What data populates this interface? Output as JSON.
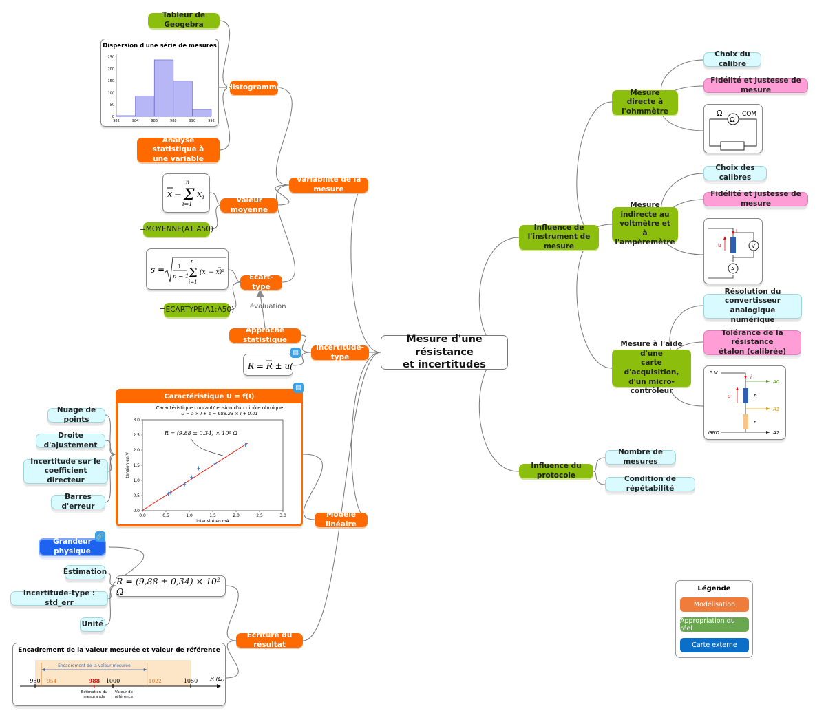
{
  "central": {
    "line1": "Mesure d'une résistance",
    "line2": "et incertitudes"
  },
  "left": {
    "variabilite": "Variabilité de la mesure",
    "histogramme": "Histogramme",
    "tableur": "Tableur de Geogebra",
    "hist_chart_title": "Dispersion d'une série de mesures",
    "analyse": {
      "line1": "Analyse statistique à",
      "line2": "une variable"
    },
    "valeur_moyenne": "Valeur moyenne",
    "moyenne_formula": "=MOYENNE(A1:A50)",
    "ecart_type": "Ecart-type",
    "ecartype_formula": "=ECARTYPE(A1:A50)",
    "evaluation": "évaluation",
    "approche": "Approche statistique",
    "incertitude_type": "Incertitude-type",
    "modele_lineaire": "Modèle linéaire",
    "caracteristique_title": "Caractéristique U = f(I)",
    "nuage": "Nuage de points",
    "droite": "Droite d'ajustement",
    "incertitude_coef": {
      "line1": "Incertitude sur le",
      "line2": "coefficient directeur"
    },
    "barres": "Barres d'erreur",
    "ecriture": "Écriture du résultat",
    "grandeur": "Grandeur physique",
    "estimation": "Estimation",
    "incertitude_std": "Incertitude-type : std_err",
    "unite": "Unité",
    "result_formula": "R = (9,88 ± 0,34) × 10² Ω",
    "encadrement_title": "Encadrement de la valeur mesurée et valeur de référence"
  },
  "right": {
    "influence_instrument": {
      "line1": "Influence de",
      "line2": "l'instrument de mesure"
    },
    "mesure_directe": {
      "line1": "Mesure directe à",
      "line2": "l'ohmmètre"
    },
    "choix_calibre": "Choix du calibre",
    "fidelite1": "Fidélité et justesse de mesure",
    "mesure_indirecte": {
      "line1": "Mesure indirecte au",
      "line2": "voltmètre et à",
      "line3": "l'ampèremètre"
    },
    "choix_calibres": "Choix des calibres",
    "fidelite2": "Fidélité et justesse de mesure",
    "mesure_carte": {
      "line1": "Mesure à l'aide d'une",
      "line2": "carte d'acquisition,",
      "line3": "d'un micro-contrôleur"
    },
    "resolution": {
      "line1": "Résolution du convertisseur",
      "line2": "analogique numérique"
    },
    "tolerance": {
      "line1": "Tolérance de la résistance",
      "line2": "étalon (calibrée)"
    },
    "influence_protocole": "Influence du protocole",
    "nombre_mesures": "Nombre de mesures",
    "repetabilite": "Condition de répétabilité"
  },
  "ohm_circuit": {
    "omega": "Ω",
    "com": "COM"
  },
  "vi_circuit": {
    "i": "I",
    "u": "u",
    "v": "V",
    "a": "A"
  },
  "acq_circuit": {
    "v5": "5 V",
    "i": "i",
    "a0": "A0",
    "u": "u",
    "r_big": "R",
    "a1": "A1",
    "r_small": "r",
    "gnd": "GND",
    "a2": "A2"
  },
  "legend": {
    "title": "Légende",
    "item1": "Modélisation",
    "item2": "Appropriation du réel",
    "item3": "Carte externe"
  },
  "colors": {
    "orange": "#ff6a00",
    "green": "#8cbf0d",
    "cyan": "#d9fbff",
    "pink": "#ff9ed6",
    "legend_orange": "#f07c3b",
    "legend_green": "#6aa84f",
    "legend_blue": "#0b6fc7",
    "bar_fill": "#b7b7f5",
    "fit_red": "#e8281c",
    "point_blue": "#2c6fd6"
  },
  "chart_data": [
    {
      "type": "bar",
      "title": "Dispersion d'une série de mesures",
      "xlabel": "",
      "ylabel": "",
      "bins": [
        [
          982,
          984
        ],
        [
          984,
          986
        ],
        [
          986,
          988
        ],
        [
          988,
          990
        ],
        [
          990,
          992
        ]
      ],
      "values": [
        3,
        85,
        237,
        148,
        29
      ],
      "xticks": [
        "982",
        "984",
        "986",
        "988",
        "990",
        "992"
      ],
      "yticks": [
        "0",
        "50",
        "100",
        "150",
        "200",
        "250"
      ],
      "ylim": [
        0,
        260
      ]
    },
    {
      "type": "scatter",
      "title": "Caractéristique courant/tension d'un dipôle ohmique",
      "subtitle": "U = a × I + b = 988.23 × I + 0.01",
      "xlabel": "intensité en mA",
      "ylabel": "tension en V",
      "xlim": [
        0,
        3.0
      ],
      "ylim": [
        0,
        3.0
      ],
      "xticks": [
        "0.0",
        "0.5",
        "1.0",
        "1.5",
        "2.0",
        "2.5",
        "3.0"
      ],
      "yticks": [
        "0.0",
        "0.5",
        "1.0",
        "1.5",
        "2.0",
        "2.5",
        "3.0"
      ],
      "annotation": "R = (9.88 ± 0.34) × 10² Ω",
      "series": [
        {
          "x": [
            0.55,
            0.6,
            0.8,
            0.9,
            1.05,
            1.2,
            1.55,
            2.2
          ],
          "y": [
            0.55,
            0.6,
            0.8,
            0.87,
            1.1,
            1.4,
            1.55,
            2.18
          ]
        }
      ],
      "fit": {
        "a": 0.98823,
        "b": 0.01
      }
    },
    {
      "type": "number-line",
      "title": "Encadrement de la valeur mesurée et valeur de référence",
      "band_label": "Encadrement de la valeur mesurée",
      "axis_label": "R (Ω)",
      "ticks": [
        "950",
        "1000",
        "1050"
      ],
      "band_low": "954",
      "band_high": "1022",
      "estimate": "988",
      "reference": "1000",
      "estimate_label": {
        "line1": "Estimation du",
        "line2": "mesurande"
      },
      "reference_label": {
        "line1": "Valeur de",
        "line2": "référence"
      }
    }
  ]
}
